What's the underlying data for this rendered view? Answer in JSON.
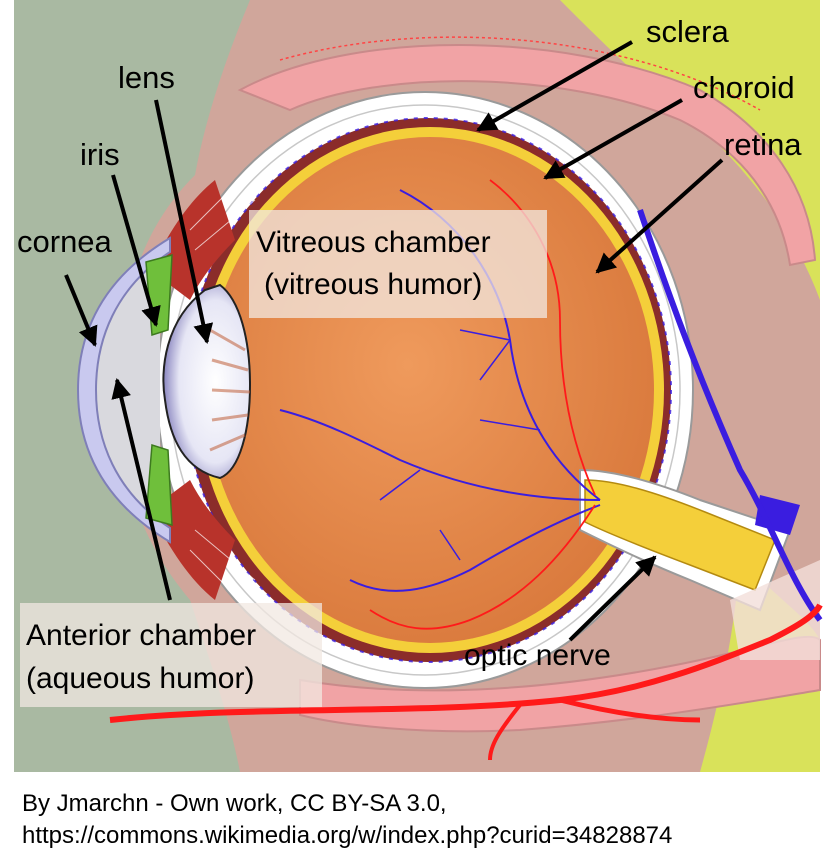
{
  "labels": {
    "lens": "lens",
    "iris": "iris",
    "cornea": "cornea",
    "sclera": "sclera",
    "choroid": "choroid",
    "retina": "retina",
    "vitreous_line1": "Vitreous chamber",
    "vitreous_line2": "(vitreous humor)",
    "anterior_line1": "Anterior chamber",
    "anterior_line2": "(aqueous humor)",
    "optic_nerve": "optic nerve"
  },
  "attribution": {
    "line1": "By Jmarchn - Own work, CC BY-SA 3.0,",
    "line2": "https://commons.wikimedia.org/w/index.php?curid=34828874"
  },
  "colors": {
    "background_left": "#a9b9a2",
    "orbit_tissue": "#d0a69b",
    "fat_yellow": "#d9e25a",
    "muscle_pink": "#f1a3a5",
    "sclera": "#ffffff",
    "choroid": "#8b2c2a",
    "retina": "#f4cf3a",
    "vitreous": "#e48a4c",
    "cornea": "#c9c9ef",
    "iris": "#6fbf3b",
    "artery": "#ff1a1a",
    "vein": "#3a1de0",
    "label_box": "#f2e8e2"
  },
  "icons": [
    "eye-cross-section-illustration"
  ]
}
